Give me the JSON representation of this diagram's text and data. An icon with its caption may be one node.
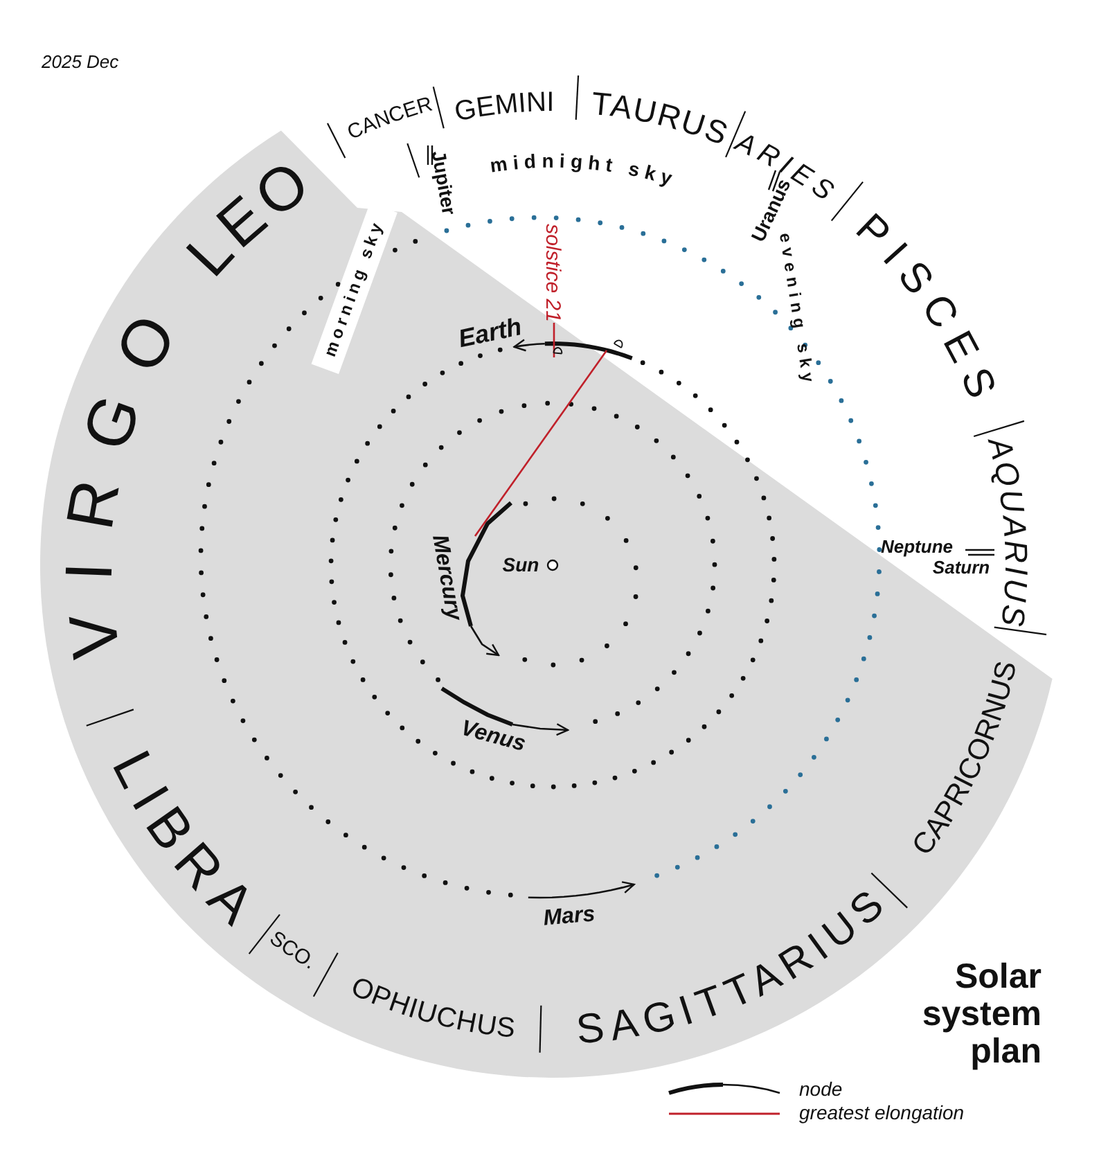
{
  "diagram": {
    "title": "Solar system plan",
    "labels": [
      "2025 Dec",
      "CANCER",
      "GEMINI",
      "TAURUS",
      "ARIES",
      "LEO",
      "Jupiter",
      "midnight sky",
      "Uranus",
      "PISCES",
      "VIRGO",
      "morning sky",
      "solstice 21",
      "evening sky",
      "Earth",
      "AQUARIUS",
      "Sun",
      "Mercury",
      "Neptune",
      "Saturn",
      "Venus",
      "CAPRICORNUS",
      "LIBRA",
      "Mars",
      "SCO.",
      "OPHIUCHUS",
      "SAGITTARIUS"
    ],
    "legend": [
      {
        "text": "node"
      },
      {
        "text": "greatest elongation"
      }
    ]
  }
}
